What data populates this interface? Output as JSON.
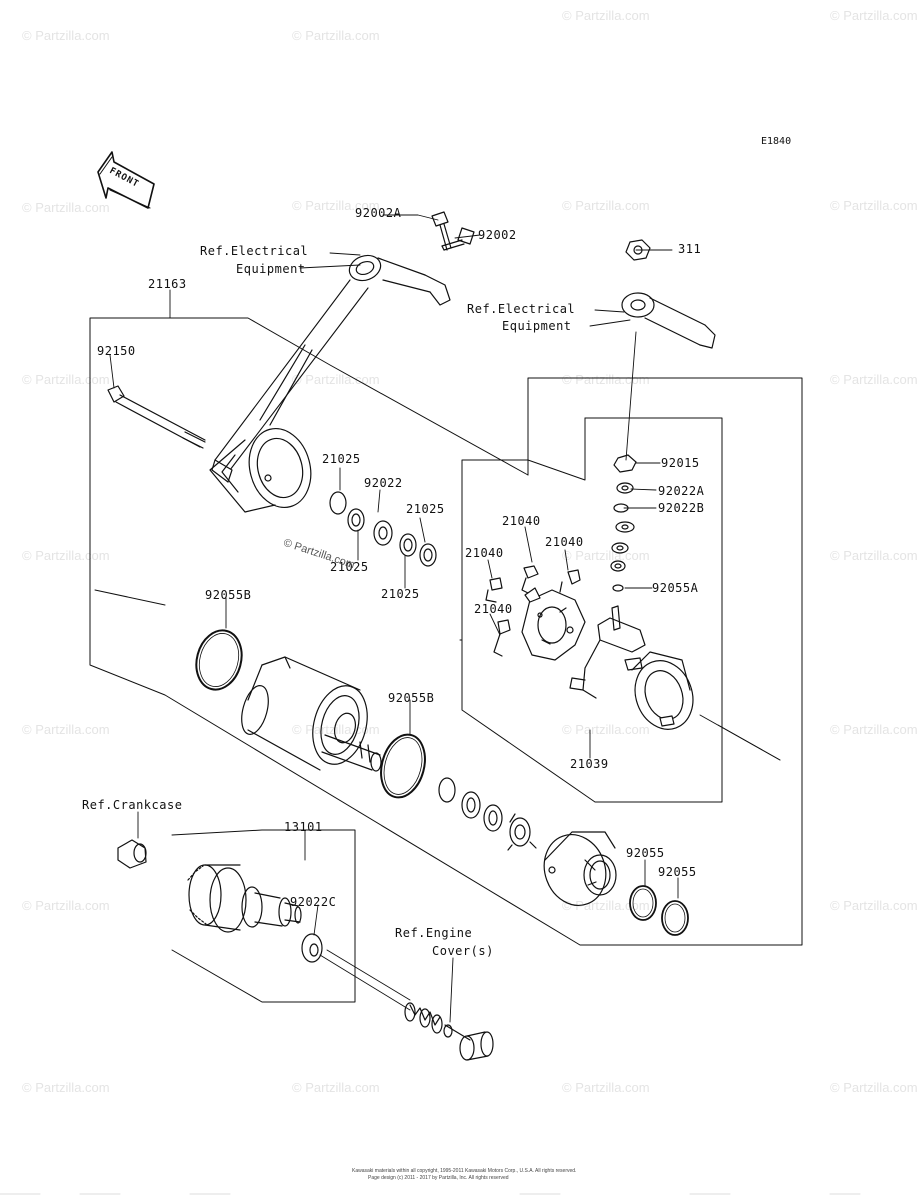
{
  "diagram_code": "E1840",
  "front_label": "FRONT",
  "watermark": "© Partzilla.com",
  "copyright_line1": "Kawasaki materials within all copyright, 1995-2011 Kawasaki Motors Corp., U.S.A. All rights reserved.",
  "copyright_line2": "Page design (c) 2011 - 2017 by Partzilla, Inc. All rights reserved",
  "parts": {
    "p92002A": "92002A",
    "p92002": "92002",
    "ref_elec_1a": "Ref.Electrical",
    "ref_elec_1b": "Equipment",
    "p21163": "21163",
    "p311": "311",
    "ref_elec_2a": "Ref.Electrical",
    "ref_elec_2b": "Equipment",
    "p92150": "92150",
    "p21025_a": "21025",
    "p92022": "92022",
    "p21025_b": "21025",
    "p21025_c": "21025",
    "p21025_d": "21025",
    "p92015": "92015",
    "p92022A": "92022A",
    "p92022B": "92022B",
    "p21040_a": "21040",
    "p21040_b": "21040",
    "p21040_c": "21040",
    "p21040_d": "21040",
    "p92055A": "92055A",
    "p92055B_a": "92055B",
    "p92055B_b": "92055B",
    "p21039": "21039",
    "ref_crank": "Ref.Crankcase",
    "p13101": "13101",
    "p92022C": "92022C",
    "ref_engine_a": "Ref.Engine",
    "ref_engine_b": "Cover(s)",
    "p92055_a": "92055",
    "p92055_b": "92055"
  }
}
